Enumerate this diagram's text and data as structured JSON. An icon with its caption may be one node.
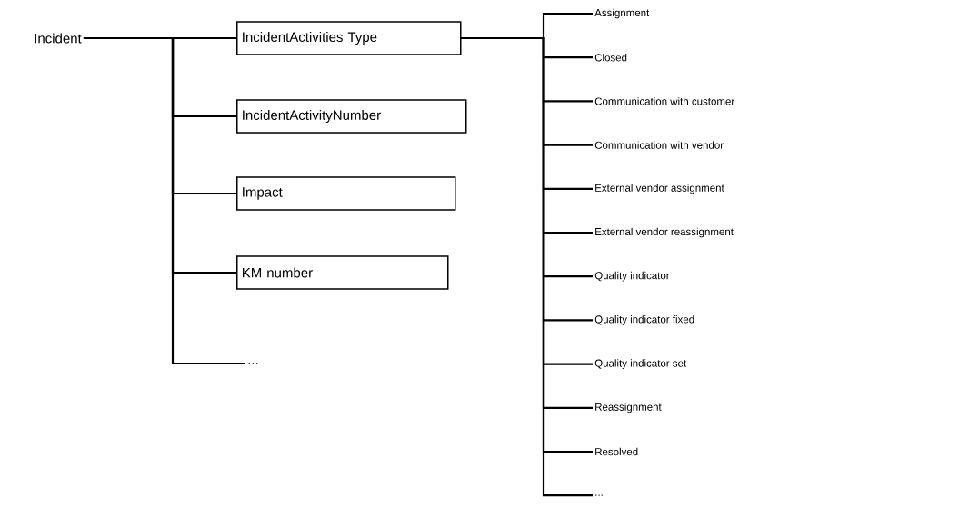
{
  "diagram": {
    "nodes": [
      {
        "text": [
          "Incident"
        ]
      },
      {
        "text": [
          "IncidentActivities Type"
        ]
      },
      {
        "text": [
          "IncidentActivityNumber"
        ]
      },
      {
        "text": [
          "Impact"
        ]
      },
      {
        "text": [
          "KM number"
        ]
      },
      {
        "text": [
          "..."
        ]
      },
      {
        "text": [
          "Assignment"
        ]
      },
      {
        "text": [
          "Closed"
        ]
      },
      {
        "text": [
          "Communication with customer"
        ]
      },
      {
        "text": [
          "Communication with vendor"
        ]
      },
      {
        "text": [
          "External vendor assignment"
        ]
      },
      {
        "text": [
          "External vendor reassignment"
        ]
      },
      {
        "text": [
          "Quality indicator"
        ]
      },
      {
        "text": [
          "Quality indicator fixed"
        ]
      },
      {
        "text": [
          "Quality indicator set"
        ]
      },
      {
        "text": [
          "Reassignment"
        ]
      },
      {
        "text": [
          "Resolved"
        ]
      },
      {
        "text": [
          "..."
        ]
      }
    ],
    "edges": [
      {
        "from": 0,
        "to": 1,
        "arrow": "none"
      },
      {
        "from": 0,
        "to": 2,
        "arrow": "none"
      },
      {
        "from": 0,
        "to": 3,
        "arrow": "none"
      },
      {
        "from": 0,
        "to": 4,
        "arrow": "none"
      },
      {
        "from": 0,
        "to": 5,
        "arrow": "none"
      },
      {
        "from": 1,
        "to": 6,
        "arrow": "none"
      },
      {
        "from": 1,
        "to": 7,
        "arrow": "none"
      },
      {
        "from": 1,
        "to": 8,
        "arrow": "none"
      },
      {
        "from": 1,
        "to": 9,
        "arrow": "none"
      },
      {
        "from": 1,
        "to": 10,
        "arrow": "none"
      },
      {
        "from": 1,
        "to": 11,
        "arrow": "none"
      },
      {
        "from": 1,
        "to": 12,
        "arrow": "none"
      },
      {
        "from": 1,
        "to": 13,
        "arrow": "none"
      },
      {
        "from": 1,
        "to": 14,
        "arrow": "none"
      },
      {
        "from": 1,
        "to": 15,
        "arrow": "none"
      },
      {
        "from": 1,
        "to": 16,
        "arrow": "none"
      },
      {
        "from": 1,
        "to": 17,
        "arrow": "none"
      }
    ]
  }
}
